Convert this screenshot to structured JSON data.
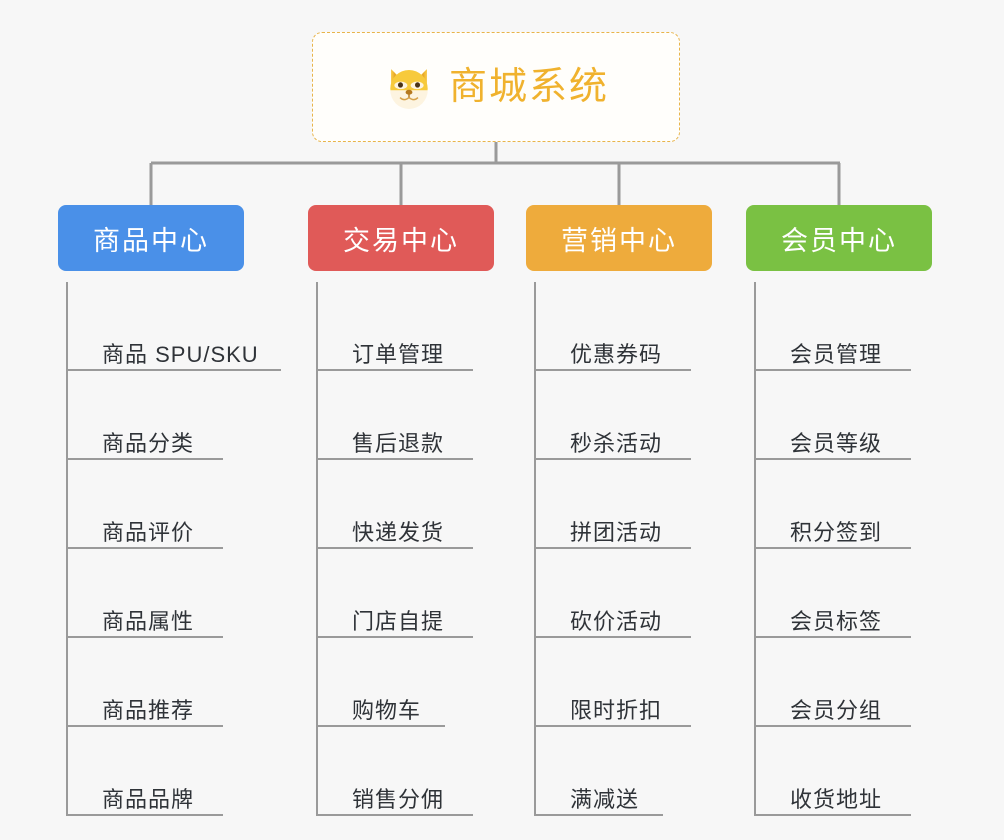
{
  "root": {
    "title": "商城系统",
    "icon": "shiba-dog-icon",
    "border_color": "#e8b44a",
    "text_color": "#f0b22e",
    "background": "#fffefb"
  },
  "canvas": {
    "background": "#f7f7f7",
    "connector_color": "#9a9a9a",
    "leaf_text_color": "#2f3338"
  },
  "branches": [
    {
      "label": "商品中心",
      "color": "#4a90e8",
      "items": [
        {
          "label": "商品 SPU/SKU",
          "underline_width": 213
        },
        {
          "label": "商品分类",
          "underline_width": 155
        },
        {
          "label": "商品评价",
          "underline_width": 155
        },
        {
          "label": "商品属性",
          "underline_width": 155
        },
        {
          "label": "商品推荐",
          "underline_width": 155
        },
        {
          "label": "商品品牌",
          "underline_width": 155
        }
      ]
    },
    {
      "label": "交易中心",
      "color": "#e05a58",
      "items": [
        {
          "label": "订单管理",
          "underline_width": 155
        },
        {
          "label": "售后退款",
          "underline_width": 155
        },
        {
          "label": "快递发货",
          "underline_width": 155
        },
        {
          "label": "门店自提",
          "underline_width": 155
        },
        {
          "label": "购物车",
          "underline_width": 127
        },
        {
          "label": "销售分佣",
          "underline_width": 155
        }
      ]
    },
    {
      "label": "营销中心",
      "color": "#eeab3c",
      "items": [
        {
          "label": "优惠券码",
          "underline_width": 155
        },
        {
          "label": "秒杀活动",
          "underline_width": 155
        },
        {
          "label": "拼团活动",
          "underline_width": 155
        },
        {
          "label": "砍价活动",
          "underline_width": 155
        },
        {
          "label": "限时折扣",
          "underline_width": 155
        },
        {
          "label": "满减送",
          "underline_width": 127
        }
      ]
    },
    {
      "label": "会员中心",
      "color": "#7ac143",
      "items": [
        {
          "label": "会员管理",
          "underline_width": 155
        },
        {
          "label": "会员等级",
          "underline_width": 155
        },
        {
          "label": "积分签到",
          "underline_width": 155
        },
        {
          "label": "会员标签",
          "underline_width": 155
        },
        {
          "label": "会员分组",
          "underline_width": 155
        },
        {
          "label": "收货地址",
          "underline_width": 155
        }
      ]
    }
  ]
}
